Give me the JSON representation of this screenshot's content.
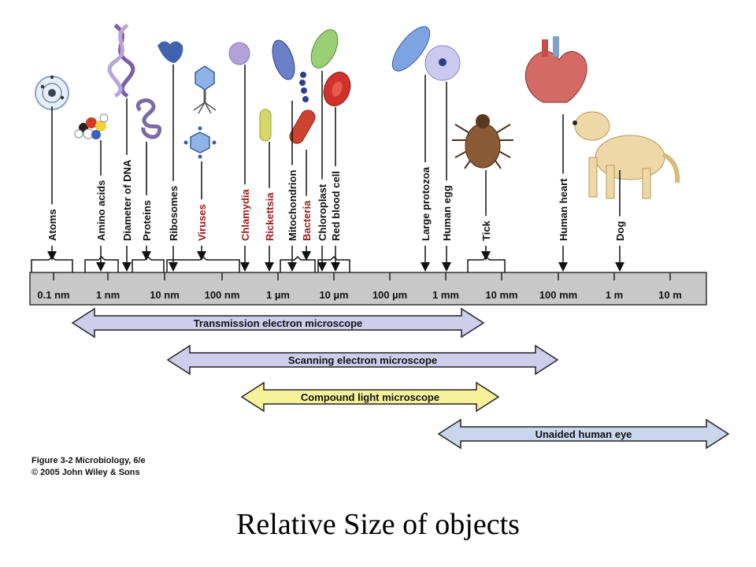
{
  "colors": {
    "scale_fill": "#c8c8c8",
    "highlight_label": "#9b1b1b",
    "normal_label": "#111111",
    "transmission_fill": "#cfcdec",
    "scanning_fill": "#cfcdec",
    "light_fill": "#f7f29a",
    "eye_fill": "#c9d6ee"
  },
  "scale": {
    "ticks": [
      "0.1 nm",
      "1 nm",
      "10 nm",
      "100 nm",
      "1 µm",
      "10 µm",
      "100 µm",
      "1 mm",
      "10 mm",
      "100 mm",
      "1 m",
      "10 m"
    ]
  },
  "objects": [
    {
      "label": "Atoms",
      "color": "normal",
      "icon": "atom-icon"
    },
    {
      "label": "Amino acids",
      "color": "normal",
      "icon": "amino-acid-molecule-icon"
    },
    {
      "label": "Diameter of DNA",
      "color": "normal",
      "icon": "dna-helix-icon"
    },
    {
      "label": "Proteins",
      "color": "normal",
      "icon": "protein-coil-icon"
    },
    {
      "label": "Ribosomes",
      "color": "normal",
      "icon": "ribosome-icon"
    },
    {
      "label": "Viruses",
      "color": "highlight",
      "icon": "virus-icon"
    },
    {
      "label": "Chlamydia",
      "color": "highlight",
      "icon": "chlamydia-cell-icon"
    },
    {
      "label": "Rickettsia",
      "color": "highlight",
      "icon": "rickettsia-cell-icon"
    },
    {
      "label": "Mitochondrion",
      "color": "normal",
      "icon": "mitochondrion-icon"
    },
    {
      "label": "Bacteria",
      "color": "highlight",
      "icon": "bacteria-icon"
    },
    {
      "label": "Chloroplast",
      "color": "normal",
      "icon": "chloroplast-icon"
    },
    {
      "label": "Red blood cell",
      "color": "normal",
      "icon": "red-blood-cell-icon"
    },
    {
      "label": "Large protozoa",
      "color": "normal",
      "icon": "protozoa-icon"
    },
    {
      "label": "Human egg",
      "color": "normal",
      "icon": "human-egg-icon"
    },
    {
      "label": "Tick",
      "color": "normal",
      "icon": "tick-icon"
    },
    {
      "label": "Human heart",
      "color": "normal",
      "icon": "heart-icon"
    },
    {
      "label": "Dog",
      "color": "normal",
      "icon": "dog-icon"
    }
  ],
  "ranges": [
    {
      "label": "Transmission electron microscope",
      "fill": "transmission"
    },
    {
      "label": "Scanning electron microscope",
      "fill": "scanning"
    },
    {
      "label": "Compound light microscope",
      "fill": "light"
    },
    {
      "label": "Unaided human eye",
      "fill": "eye"
    }
  ],
  "caption": {
    "line1": "Figure 3-2  Microbiology, 6/e",
    "line2": "© 2005 John Wiley & Sons"
  },
  "slide_title": "Relative Size of objects"
}
